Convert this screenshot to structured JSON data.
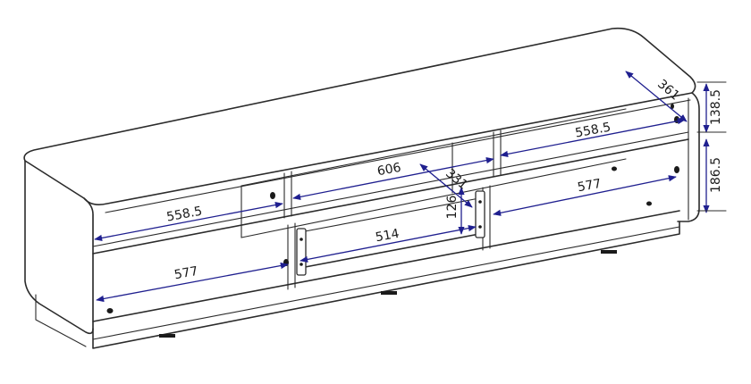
{
  "drawing": {
    "subject": "tv-stand",
    "colors": {
      "outline": "#2b2b2b",
      "dimension_line": "#1f1f8f",
      "dimension_text": "#1a1a1a",
      "background": "#ffffff"
    },
    "dimensions": {
      "lower_left_width": "577",
      "lower_center_width": "514",
      "lower_right_width": "577",
      "middle_left_width": "558.5",
      "middle_center_width": "606",
      "middle_right_width": "558.5",
      "shelf_depth_right": "361",
      "shelf_depth_center": "331",
      "drawer_height": "126",
      "top_compartment_height": "138.5",
      "bottom_compartment_height": "186.5"
    }
  }
}
